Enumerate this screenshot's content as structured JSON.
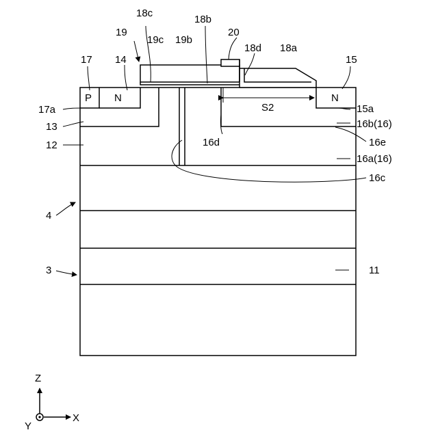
{
  "labels": {
    "l18c": "18c",
    "l18b": "18b",
    "l20": "20",
    "l19": "19",
    "l19c": "19c",
    "l19b": "19b",
    "l18d": "18d",
    "l18a": "18a",
    "l17": "17",
    "l14": "14",
    "l15": "15",
    "p": "P",
    "n_left": "N",
    "n_right": "N",
    "s2": "S2",
    "l17a": "17a",
    "l13": "13",
    "l12": "12",
    "l16d": "16d",
    "l15a": "15a",
    "l16b": "16b(16)",
    "l16e": "16e",
    "l16a": "16a(16)",
    "l16c": "16c",
    "l4": "4",
    "l3": "3",
    "l11": "11"
  },
  "axes": {
    "z": "Z",
    "x": "X",
    "y": "Y"
  }
}
